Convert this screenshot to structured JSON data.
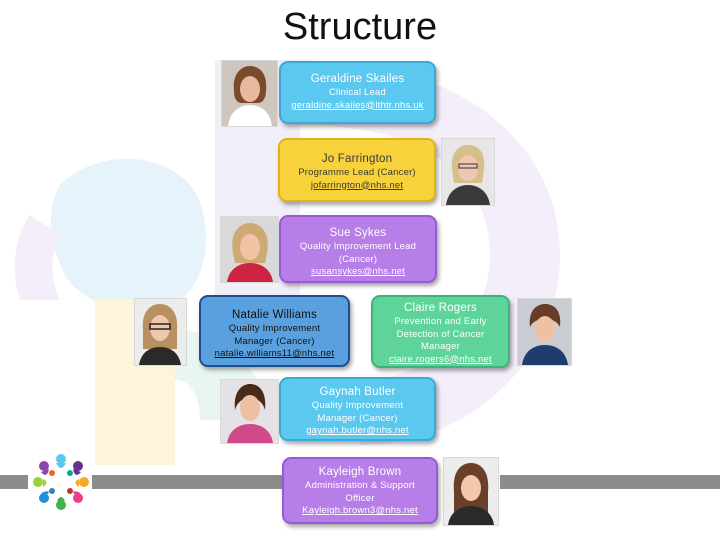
{
  "title": "Structure",
  "people": [
    {
      "name": "Geraldine Skailes",
      "role": "Clinical Lead",
      "email": "geraldine.skailes@lthtr.nhs.uk",
      "color": "#5bc8f0",
      "border": "#3aa9d6",
      "text_color": "#ffffff"
    },
    {
      "name": "Jo Farrington",
      "role": "Programme Lead (Cancer)",
      "email": "jofarrington@nhs.net",
      "color": "#f7d23a",
      "border": "#e0b416",
      "text_color": "#3a3a3a"
    },
    {
      "name": "Sue Sykes",
      "role": "Quality Improvement Lead (Cancer)",
      "email": "susansykes@nhs.net",
      "color": "#b67ee6",
      "border": "#9a58d6",
      "text_color": "#ffffff"
    },
    {
      "name": "Natalie Williams",
      "role": "Quality Improvement Manager (Cancer)",
      "email": "natalie.williams11@nhs.net",
      "color": "#5aa0de",
      "border": "#1f4d8f",
      "text_color": "#111111"
    },
    {
      "name": "Claire Rogers",
      "role": "Prevention and Early Detection of Cancer Manager",
      "email": "claire.rogers6@nhs.net",
      "color": "#5ed49a",
      "border": "#39b579",
      "text_color": "#ffffff"
    },
    {
      "name": "Gaynah Butler",
      "role": "Quality Improvement Manager (Cancer)",
      "email": "gaynah.butler@nhs.net",
      "color": "#5bc8f0",
      "border": "#3aa9d6",
      "text_color": "#ffffff"
    },
    {
      "name": "Kayleigh Brown",
      "role": "Administration & Support Officer",
      "email": "Kayleigh.brown3@nhs.net",
      "color": "#b67ee6",
      "border": "#9a58d6",
      "text_color": "#ffffff"
    }
  ]
}
